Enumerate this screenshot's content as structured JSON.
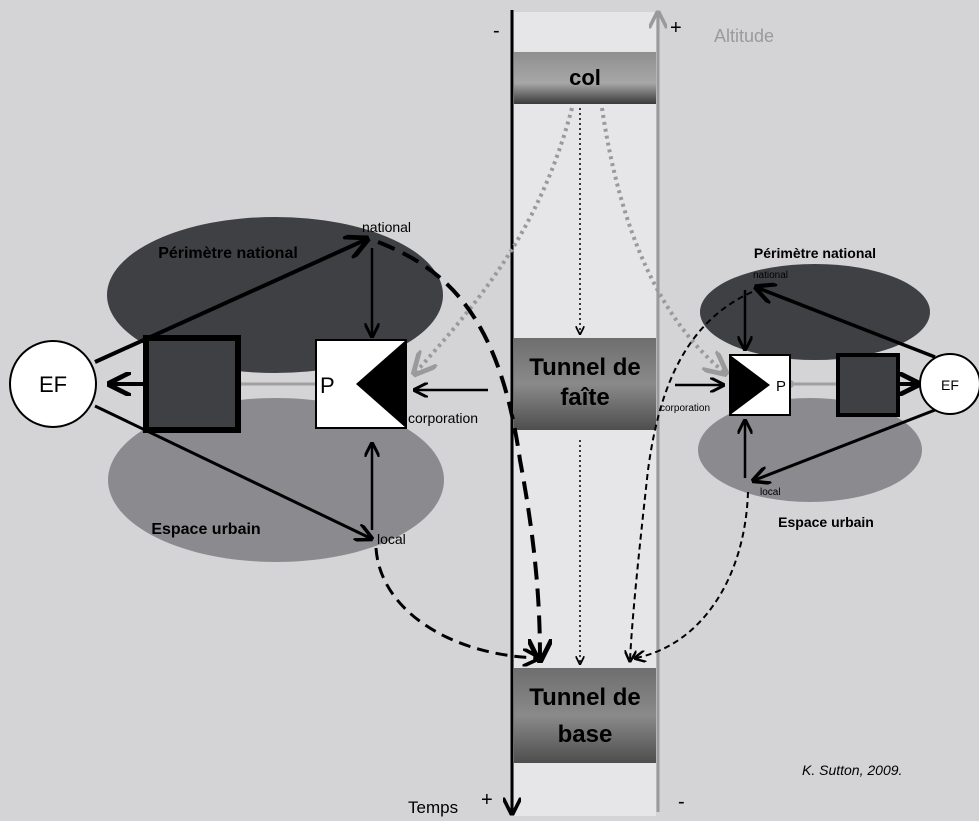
{
  "axis": {
    "minus_top": "-",
    "plus_top": "+",
    "altitude": "Altitude",
    "temps": "Temps",
    "plus_bottom": "+",
    "minus_bottom": "-"
  },
  "photos": {
    "col": "col",
    "tunnel_faite_line1": "Tunnel de",
    "tunnel_faite_line2": "faîte",
    "tunnel_base_line1": "Tunnel de",
    "tunnel_base_line2": "base"
  },
  "left": {
    "perimetre": "Périmètre national",
    "espace": "Espace urbain",
    "national": "national",
    "local": "local",
    "corporation": "corporation",
    "p": "P",
    "ef": "EF"
  },
  "right": {
    "perimetre": "Périmètre national",
    "espace": "Espace urbain",
    "national": "national",
    "local": "local",
    "corporation": "corporation",
    "p": "P",
    "ef": "EF"
  },
  "credit": "K. Sutton, 2009."
}
